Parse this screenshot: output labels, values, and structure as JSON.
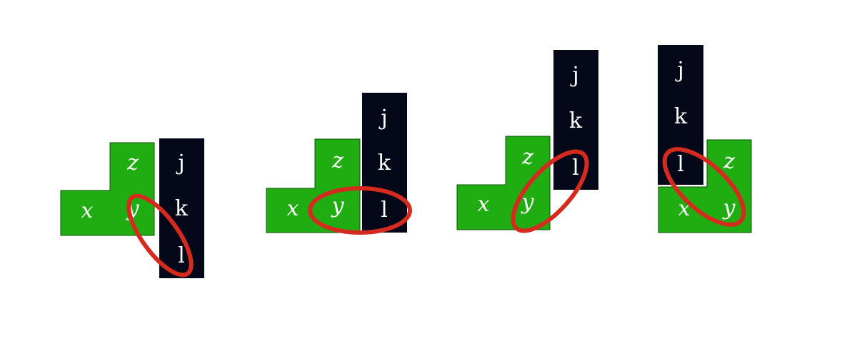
{
  "colors": {
    "background": "#ffffff",
    "green": "#20ad11",
    "dark": "#050818",
    "highlight": "#d52b1e",
    "text": "#ffffff"
  },
  "labels": {
    "x": "x",
    "y": "y",
    "z": "z",
    "j": "j",
    "k": "k",
    "l": "l"
  },
  "panels": [
    {
      "highlight": [
        "y",
        "l"
      ]
    },
    {
      "highlight": [
        "y",
        "l"
      ]
    },
    {
      "highlight": [
        "y",
        "l"
      ]
    },
    {
      "highlight": [
        "l",
        "y"
      ]
    }
  ]
}
